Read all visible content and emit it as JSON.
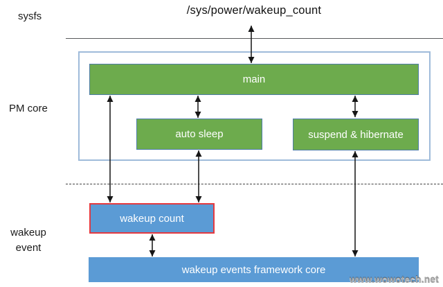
{
  "header": {
    "sysfs_label": "sysfs",
    "path": "/sys/power/wakeup_count"
  },
  "pm_core": {
    "label": "PM core",
    "main": "main",
    "auto_sleep": "auto sleep",
    "suspend_hibernate": "suspend & hibernate"
  },
  "wakeup_event": {
    "label_line1": "wakeup",
    "label_line2": "event",
    "wakeup_count": "wakeup count",
    "framework_core": "wakeup events framework core"
  },
  "watermark": "www.wowotech.net",
  "colors": {
    "green": "#6dab4d",
    "green_border": "#4d7ca8",
    "blue": "#5b9bd5",
    "red_border": "#e5393f",
    "frame_border": "#9fbbda"
  },
  "connections": [
    {
      "from": "/sys/power/wakeup_count",
      "to": "main",
      "bidirectional": true
    },
    {
      "from": "main",
      "to": "auto sleep",
      "bidirectional": true
    },
    {
      "from": "main",
      "to": "suspend & hibernate",
      "bidirectional": true
    },
    {
      "from": "main",
      "to": "wakeup count",
      "bidirectional": true
    },
    {
      "from": "auto sleep",
      "to": "wakeup count",
      "bidirectional": true
    },
    {
      "from": "suspend & hibernate",
      "to": "wakeup events framework core",
      "bidirectional": true
    },
    {
      "from": "wakeup count",
      "to": "wakeup events framework core",
      "bidirectional": true
    }
  ]
}
